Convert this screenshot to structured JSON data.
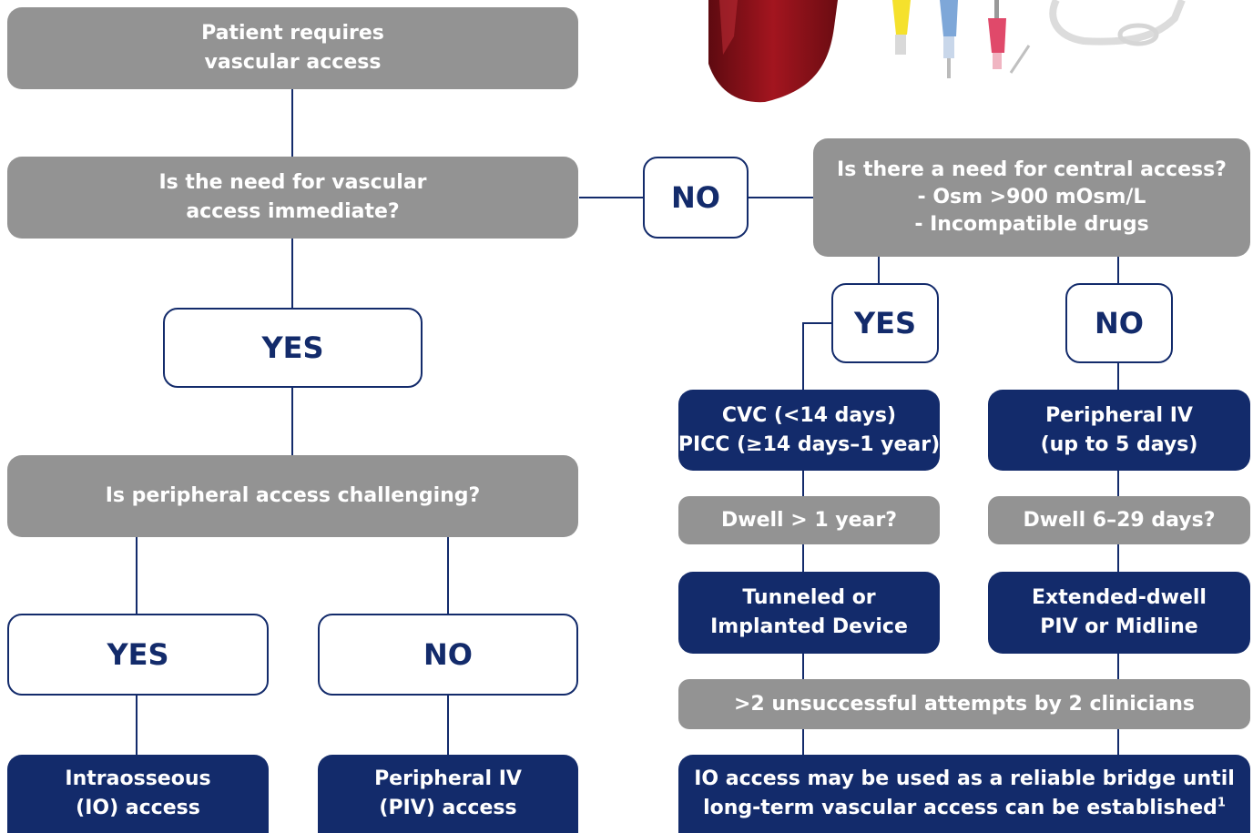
{
  "start": {
    "line1": "Patient requires",
    "line2": "vascular access"
  },
  "immediate": {
    "line1": "Is the need for vascular",
    "line2": "access immediate?"
  },
  "immediate_no": "NO",
  "immediate_yes": "YES",
  "peripheral_question": "Is peripheral access challenging?",
  "peripheral_yes": "YES",
  "peripheral_no": "NO",
  "io_access": {
    "line1": "Intraosseous",
    "line2": "(IO) access"
  },
  "piv_access": {
    "line1": "Peripheral IV",
    "line2": "(PIV) access"
  },
  "central_question": {
    "line1": "Is there a need for central access?",
    "line2": "- Osm >900 mOsm/L",
    "line3": "- Incompatible drugs"
  },
  "central_yes": "YES",
  "central_no": "NO",
  "cvc_picc": {
    "line1": "CVC (<14 days)",
    "line2": "PICC (≥14 days–1 year)"
  },
  "peripheral_iv": {
    "line1": "Peripheral IV",
    "line2": "(up to 5 days)"
  },
  "dwell_year": "Dwell > 1 year?",
  "dwell_days": "Dwell 6–29 days?",
  "tunneled": {
    "line1": "Tunneled or",
    "line2": "Implanted Device"
  },
  "extended_dwell": {
    "line1": "Extended-dwell",
    "line2": "PIV or Midline"
  },
  "unsuccessful": ">2 unsuccessful attempts by 2 clinicians",
  "io_bridge": {
    "line1": "IO access may be used as a reliable bridge until",
    "line2": "long-term vascular access can be established",
    "footnote": "1"
  }
}
